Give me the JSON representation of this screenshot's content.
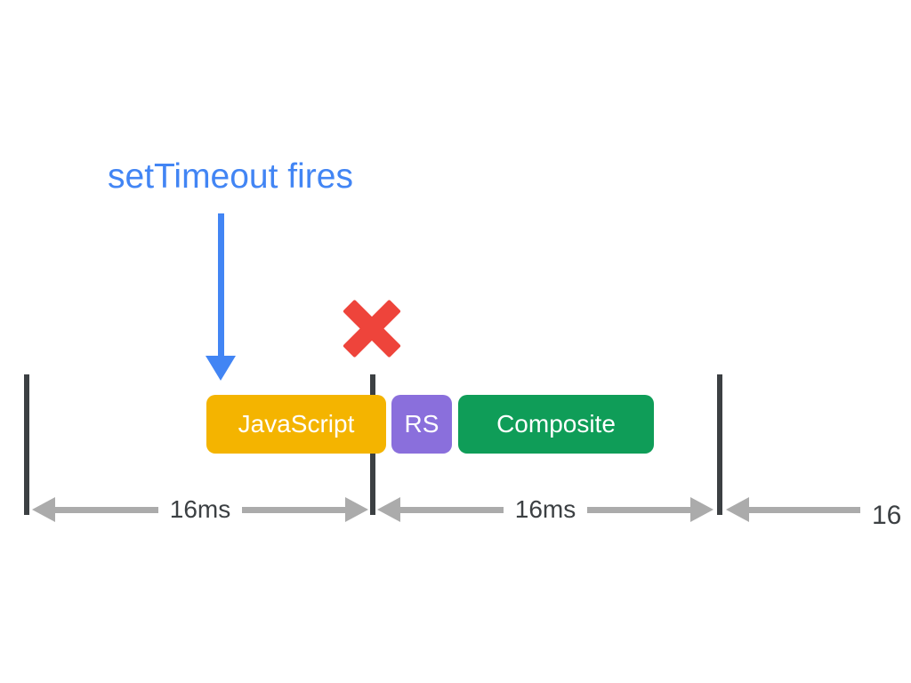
{
  "annotation": {
    "label": "setTimeout fires",
    "color": "#4285F4"
  },
  "missed_frame": {
    "icon": "x-mark",
    "color": "#EE443B"
  },
  "frame_ticks": {
    "count": 3,
    "color": "#3C4043"
  },
  "blocks": [
    {
      "label": "JavaScript",
      "color": "#F4B400"
    },
    {
      "label": "RS",
      "color": "#8A6FDC"
    },
    {
      "label": "Composite",
      "color": "#0F9D58"
    }
  ],
  "measurements": [
    {
      "label": "16ms"
    },
    {
      "label": "16ms"
    },
    {
      "label": "16"
    }
  ],
  "styles": {
    "arrow_color": "#ABABAB",
    "measure_text_color": "#3C4043",
    "background": "#ffffff"
  }
}
